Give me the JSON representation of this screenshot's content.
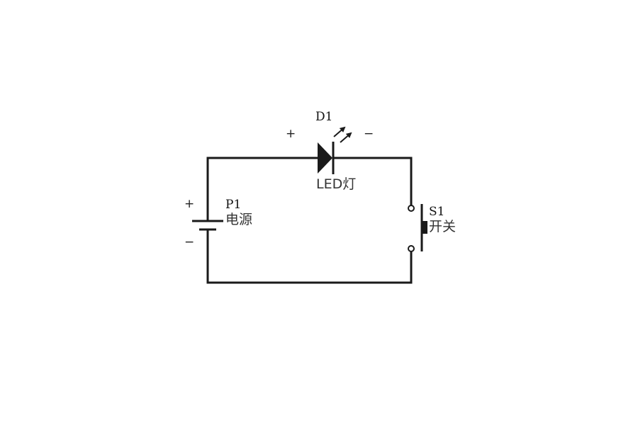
{
  "components": {
    "battery": {
      "designator": "P1",
      "name": "电源",
      "plus": "+",
      "minus": "−"
    },
    "led": {
      "designator": "D1",
      "name": "LED灯",
      "plus": "+",
      "minus": "−"
    },
    "switch": {
      "designator": "S1",
      "name": "开关"
    }
  },
  "colors": {
    "wire": "#1a1a1a",
    "background": "#ffffff"
  }
}
